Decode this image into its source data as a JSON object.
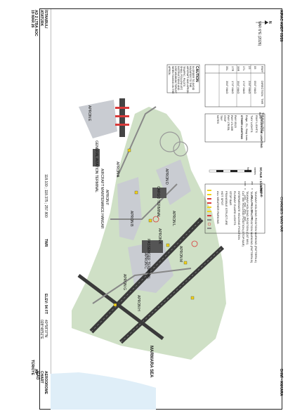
{
  "header": {
    "aip": "AIP",
    "country": "TÜRKİYE",
    "doc_ref": "AD 2 LTBA ADC",
    "date": "19 MAR 26",
    "chart_title_1": "AERODROME",
    "chart_title_2": "CHART",
    "chart_title_3": "ICAO",
    "coords_1": "40°58'37\"N",
    "coords_2": "028°48'51\"E",
    "elev": "ELEV: 94 FT",
    "tower_label": "TWR",
    "tower_freqs": "118.100 ; 118.375 ; 257.800",
    "city_1": "İSTANBUL/",
    "city_2": "ATATÜRK"
  },
  "footer": {
    "authority": "DHMİ - ANKARA",
    "changes": "CHANGES: MAG VAR",
    "amdt": "AIRAC AMDT 03/26"
  },
  "map": {
    "sea_label": "MARMARA SEA",
    "aprons": [
      "APRON A",
      "APRON B",
      "APRON C",
      "APRON D",
      "APRON E",
      "APRON F",
      "APRON G",
      "APRON H",
      "APRON K",
      "APRON L",
      "APRON M"
    ],
    "buildings": [
      "PASSENGER TERMINAL",
      "CARGO TERMINAL",
      "GENERAL AVIATION TERMINAL",
      "AIRCRAFT MAINTENANCE HANGAR"
    ]
  },
  "caution": {
    "title": "CAUTION",
    "text": "IN ORDER TO AVOID HAZARDS TO THE AIRCRAFT AND APRON TRAFFIC, PILOTS SHALL FOLLOW ATC INSTRUCTIONS AND USE MINIMUM THRUST WHEN TAXIING ON THE APRON."
  },
  "rwy_table": {
    "headers": [
      "RWY",
      "DIRECTION",
      "THR",
      "THR ELEV / TDZ ELEV"
    ],
    "rows": [
      [
        "05",
        "054° MAG",
        "",
        ""
      ],
      [
        "23",
        "234° MAG",
        "",
        ""
      ],
      [
        "17L",
        "174° MAG",
        "",
        ""
      ],
      [
        "35R",
        "354° MAG",
        "",
        ""
      ],
      [
        "17R",
        "174° MAG",
        "",
        ""
      ],
      [
        "35L",
        "354° MAG",
        "",
        ""
      ]
    ]
  },
  "lighting": {
    "title": "AERODROME LIGHTING",
    "rwy_lights": "RWY LIGHTS",
    "twy_lights": "TWY LIGHTS",
    "twy_text": "Edge, CL, Stop bars",
    "other": "OTHER LIGHTING"
  },
  "misc_text": {
    "line_1": "RWY 05/23",
    "line_2": "RWY 17L/35R",
    "line_3": "RWY 17R/35L",
    "line_4": "STOP",
    "line_5": "TWY",
    "line_6": "NOTES"
  },
  "scale": {
    "title": "SCALE : 1/18.000",
    "metres_label": "metres",
    "feet_label": "feet",
    "metre_ticks": [
      "200",
      "0",
      "200",
      "400",
      "600",
      "800"
    ],
    "feet_ticks": [
      "1000",
      "0",
      "1000",
      "2000",
      "2500",
      "3000"
    ]
  },
  "legend": {
    "title": "LEGEND",
    "items": [
      "TAXIWAY HOLDING POSITION MARKING (PATTERN A)",
      "TAXIWAY HOLDING POSITION MARKING (PATTERN B)",
      "TAXIWAY HOLDING POSITION (CAT II/III)",
      "CAT II/III HOLDING POSITION (STOP BAR)",
      "INTERMEDIATE HOLDING POSITION",
      "RUNWAY GUARD LIGHTS",
      "STOP BAR",
      "FRANGIBLE STRUCTURE",
      "HOT SPOT",
      "ALL WEATHER PARKING"
    ]
  },
  "north_label": "N",
  "var_text": "VAR 6°E (2026)",
  "colors": {
    "apron": "#c9ccd2",
    "runway": "#3a3a3a",
    "grass": "#cfe0c6",
    "water": "#dfeef8",
    "accent_red": "#d93a3a",
    "accent_yellow": "#f2d21a"
  }
}
